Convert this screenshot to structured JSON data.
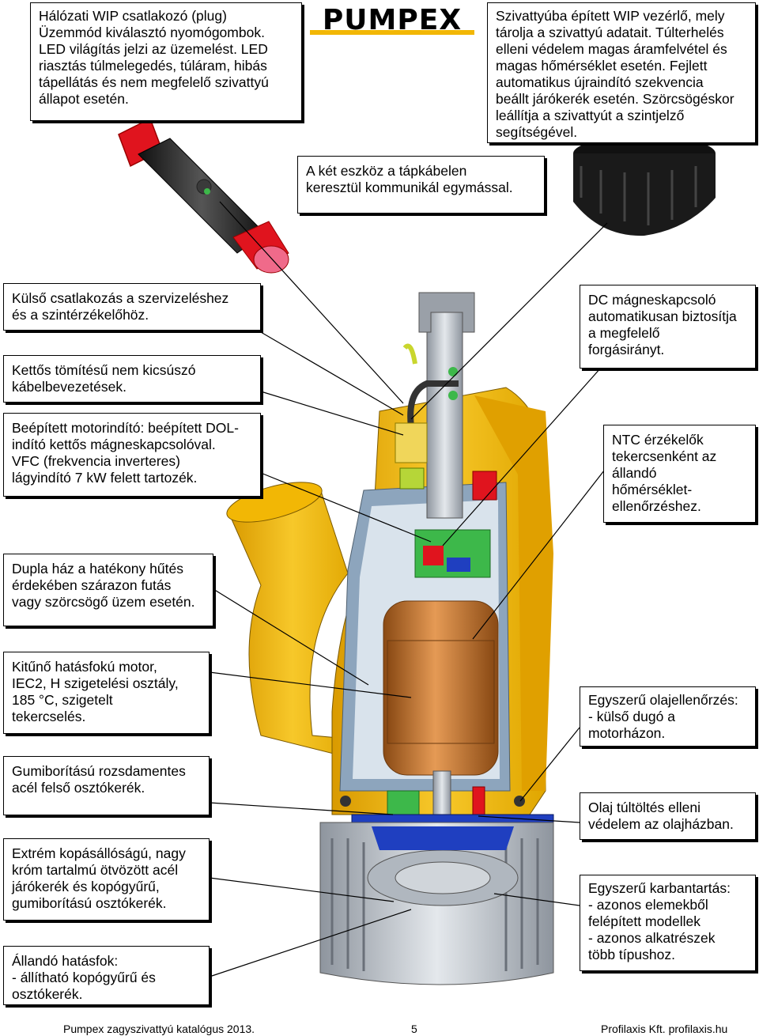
{
  "logo": {
    "text": "PUMPEX"
  },
  "callouts": {
    "plug": [
      "Hálózati WIP csatlakozó (plug)",
      "Üzemmód kiválasztó nyomógombok.",
      "LED világítás jelzi az üzemelést. LED",
      "riasztás túlmelegedés, túláram, hibás",
      "tápellátás és nem megfelelő szivattyú",
      "állapot esetén."
    ],
    "controller": [
      "Szivattyúba épített WIP vezérlő, mely",
      "tárolja a szivattyú adatait. Túlterhelés",
      "elleni védelem magas áramfelvétel és",
      "magas hőmérséklet esetén. Fejlett",
      "automatikus újraindító szekvencia",
      "beállt járókerék esetén. Szörcsögéskor",
      "leállítja a szivattyút a szintjelző",
      "segítségével."
    ],
    "communication": [
      "A két eszköz a tápkábelen",
      "keresztül kommunikál egymással."
    ],
    "external": [
      "Külső csatlakozás a szervizeléshez",
      "és a szintérzékelőhöz."
    ],
    "cable": [
      "Kettős tömítésű nem kicsúszó",
      "kábelbevezetések."
    ],
    "starter": [
      "Beépített motorindító: beépített DOL-",
      "indító kettős mágneskapcsolóval.",
      "VFC (frekvencia inverteres)",
      "lágyindító 7 kW felett tartozék."
    ],
    "dc": [
      "DC mágneskapcsoló",
      "automatikusan biztosítja",
      "a megfelelő",
      "forgásirányt."
    ],
    "ntc": [
      "NTC érzékelők",
      "tekercsenként az",
      "állandó",
      "hőmérséklet-",
      "ellenőrzéshez."
    ],
    "housing": [
      "Dupla ház a hatékony hűtés",
      "érdekében szárazon futás",
      "vagy szörcsögő üzem esetén."
    ],
    "motor": [
      "Kitűnő hatásfokú motor,",
      "IEC2, H szigetelési osztály,",
      "185 °C, szigetelt",
      "tekercselés."
    ],
    "oil_check": [
      "Egyszerű olajellenőrzés:",
      "- külső dugó a",
      "motorházon."
    ],
    "upper_diffuser": [
      "Gumiborítású rozsdamentes",
      "acél felső osztókerék."
    ],
    "oil_overflow": [
      "Olaj túltöltés elleni",
      "védelem az olajházban."
    ],
    "impeller": [
      "Extrém kopásállóságú, nagy",
      "króm tartalmú ötvözött acél",
      "járókerék és kopógyűrű,",
      "gumiborítású osztókerék."
    ],
    "maintenance": [
      "Egyszerű karbantartás:",
      "- azonos elemekből",
      "felépített modellek",
      "- azonos alkatrészek",
      "több típushoz."
    ],
    "efficiency": [
      "Állandó hatásfok:",
      "- állítható kopógyűrű és",
      "osztókerék."
    ]
  },
  "footer": {
    "left": "Pumpex zagyszivattyú katalógus 2013.",
    "page": "5",
    "right": "Profilaxis Kft. profilaxis.hu"
  },
  "colors": {
    "yellow": "#f2b705",
    "copper": "#c9772e",
    "red": "#e0141e",
    "green": "#3db84a",
    "steel": "#b8bec6",
    "blue": "#1f3fc0"
  }
}
